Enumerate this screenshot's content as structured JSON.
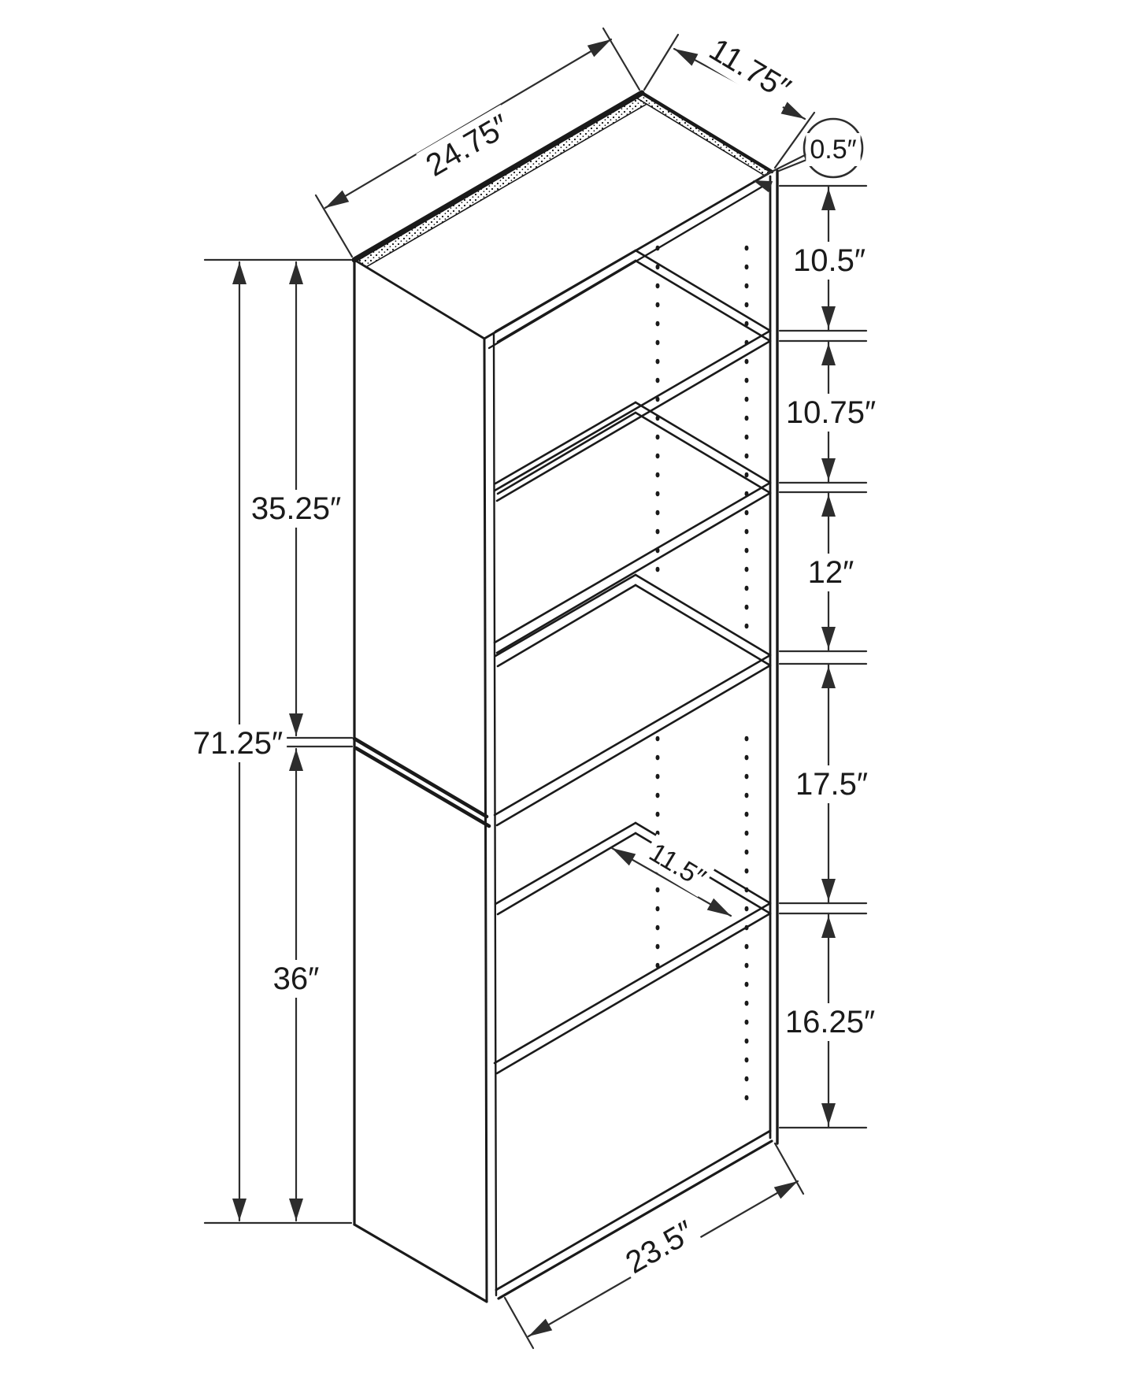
{
  "diagram": {
    "type": "furniture-dimension-drawing",
    "subject": "5-shelf bookcase isometric line drawing with dimension callouts",
    "unit": "inches"
  },
  "colors": {
    "line": "#1a1a1a",
    "dimension_line": "#2d2d2d",
    "background": "#ffffff"
  },
  "labels": {
    "top_width": "24.75″",
    "top_depth": "11.75″",
    "panel_thickness": "0.5″",
    "opening_1": "10.5″",
    "opening_2": "10.75″",
    "opening_3": "12″",
    "opening_4": "17.5″",
    "opening_5": "16.25″",
    "upper_section_height": "35.25″",
    "total_height": "71.25″",
    "lower_section_height": "36″",
    "shelf_depth": "11.5″",
    "base_width": "23.5″"
  }
}
